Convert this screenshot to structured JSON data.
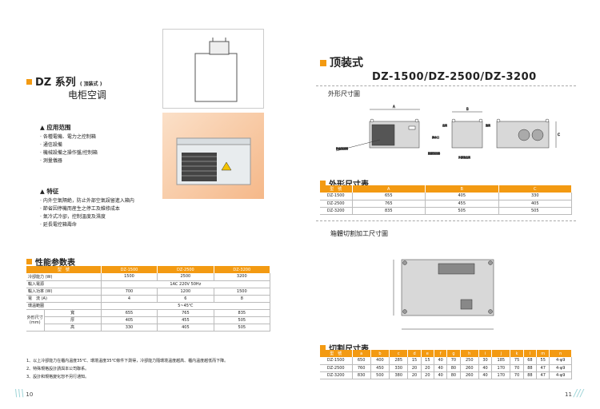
{
  "left": {
    "series_title": "DZ 系列",
    "series_sub": "( 顶装式 )",
    "subtitle": "电柜空调",
    "app": {
      "title": "应用范围",
      "items": [
        "各種電機、電力之控制箱",
        "通信設備",
        "機械設備之操作盤/控制箱",
        "測量儀器"
      ]
    },
    "features": {
      "title": "特征",
      "items": [
        "内外空氣隔絶，防止外部空氣誤留進入箱内",
        "節省因停機而産生之停工及維修成本",
        "氣冷式冷卻，控制溫度及濕度",
        "延長電控箱壽命"
      ]
    },
    "perf": {
      "title": "性能参数表",
      "headers": [
        "型　號",
        "DZ-1500",
        "DZ-2500",
        "DZ-3200"
      ],
      "rows": [
        [
          "冷卻能力 (W)",
          "1500",
          "2500",
          "3200"
        ],
        [
          "輸入電源",
          "1AC 220V 50Hz"
        ],
        [
          "輸入功率 (W)",
          "700",
          "1200",
          "1500"
        ],
        [
          "電　流 (A)",
          "4",
          "6",
          "8"
        ],
        [
          "環溫範圍",
          "5~45℃"
        ]
      ],
      "dim_label": "外形尺寸 (mm)",
      "dim_rows": [
        [
          "寬",
          "655",
          "765",
          "835"
        ],
        [
          "厚",
          "405",
          "455",
          "505"
        ],
        [
          "高",
          "330",
          "405",
          "505"
        ]
      ]
    },
    "notes": [
      "1、以上冷卻能力在櫃内溫度35℃、環境溫度35℃條件下測得，冷卻能力隨環境溫度越高、櫃内溫度越低而下降。",
      "2、特殊規格設計請與本公司聯系。",
      "3、設計和規格變化恕不另行通知。"
    ],
    "page": "10"
  },
  "right": {
    "title": "顶装式",
    "models": "DZ-1500/DZ-2500/DZ-3200",
    "outline_caption": "外形尺寸圖",
    "diagram_labels": {
      "A": "A",
      "B": "B",
      "C": "C",
      "filter": "防塵過濾網",
      "drain": "排水口",
      "controller": "數顯溫控器",
      "out": "出風",
      "in": "進風",
      "ext": "外部進出風"
    },
    "outline": {
      "title": "外形尺寸表",
      "headers": [
        "型　號",
        "A",
        "B",
        "C"
      ],
      "rows": [
        [
          "DZ-1500",
          "655",
          "405",
          "330"
        ],
        [
          "DZ-2500",
          "765",
          "455",
          "405"
        ],
        [
          "DZ-3200",
          "835",
          "505",
          "505"
        ]
      ]
    },
    "cut_caption": "箱體切割加工尺寸圖",
    "cut": {
      "title": "切割尺寸表",
      "headers": [
        "型　號",
        "a",
        "b",
        "c",
        "d",
        "e",
        "f",
        "g",
        "h",
        "i",
        "j",
        "k",
        "l",
        "m",
        "n"
      ],
      "rows": [
        [
          "DZ-1500",
          "650",
          "400",
          "285",
          "15",
          "15",
          "40",
          "70",
          "250",
          "30",
          "185",
          "75",
          "68",
          "55",
          "4-φ9"
        ],
        [
          "DZ-2500",
          "760",
          "450",
          "330",
          "20",
          "20",
          "40",
          "80",
          "260",
          "40",
          "170",
          "70",
          "88",
          "47",
          "4-φ9"
        ],
        [
          "DZ-3200",
          "830",
          "500",
          "380",
          "20",
          "20",
          "40",
          "80",
          "260",
          "40",
          "170",
          "70",
          "88",
          "47",
          "4-φ9"
        ]
      ]
    },
    "page": "11"
  }
}
